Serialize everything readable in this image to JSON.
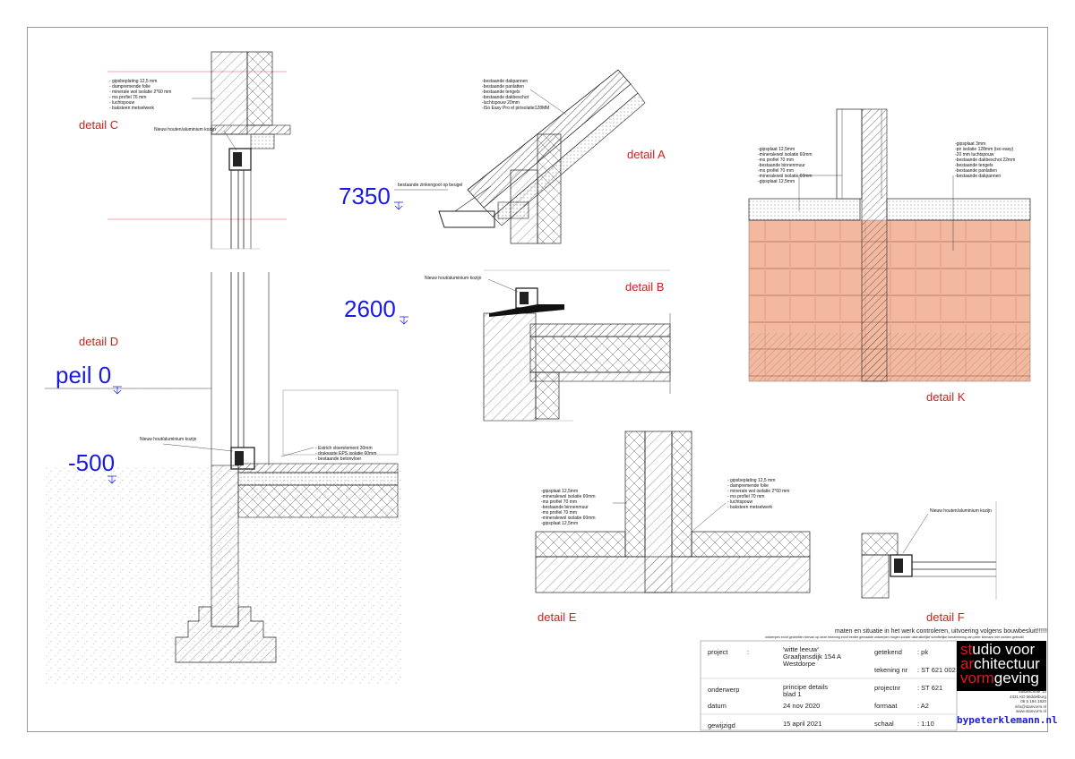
{
  "labels": {
    "detail_c": "detail C",
    "detail_a": "detail A",
    "detail_b": "detail B",
    "detail_d": "detail D",
    "detail_k": "detail K",
    "detail_e": "detail E",
    "detail_f": "detail F"
  },
  "levels": {
    "l7350": "7350",
    "l2600": "2600",
    "peil0": "peil 0",
    "m500": "-500"
  },
  "notes": {
    "c_layers": "- gipsbeplating 12,5 mm\n- dampremende folie\n- minerale wol isolatie 2*60 mm\n- ms profiel 76 mm\n- luchtspouw\n- baksteen metselwerk",
    "c_kozijn": "Nieuw houten/aluminium kozijn",
    "a_layers": "-bestaande dakpannen\n-bestaande panlatten\n-bestaande tengels\n-bestaande dakbeschot\n-luchtspouw 20mm\n-ISo Easy Pro el pirisolatie128MM",
    "a_goot": "bestaande zinkengoot op beugel",
    "b_kozijn": "Nieuw hout/aluminium kozijn",
    "d_kozijn": "Nieuw hout/aluminium kozijn",
    "d_floor": "- Estrich vloerelement 30mm\n- drukvaste EPS isolatie 60mm\n- bestaande betonvloer",
    "k_left": "-gipsplaat 12,5mm\n-mineralewol isolatie 60mm\n-ms profiel 70 mm\n-bestaande binnenmuur\n-ms profiel 70 mm\n-mineralewol isolatie 60mm\n-gipsplaat 12,5mm",
    "k_right": "-gipsplaat 3mm\n-pir isolatie 128mm (iso easy)\n-20 mm luchtspouw\n-bestaande dakbeschot 22mm\n-bestaande tengels\n-bestaande panlatten\n-bestaande dakpannen",
    "e_left": "-gipsplaat 12,5mm\n-mineralewol isolatie 60mm\n-ms profiel 70 mm\n-bestaande binnenmuur\n-ms profiel 70 mm\n-mineralewol isolatie 60mm\n-gipsplaat 12,5mm",
    "e_right": "- gipsbeplating 12,5 mm\n- dampremende folie\n- minerale wol isolatie 2*60 mm\n- ms profiel 70 mm\n- luchtspouw\n- baksteen metselwerk",
    "f_kozijn": "Nieuw houten/aluminium kozijn"
  },
  "titleblock": {
    "warning": "maten en situatie in het werk controleren, uitvoering volgens bouwbesluit!!!!!!",
    "warning_sub": "ontwerpen en/of gedeelten hiervan op deze tekening en/of eerder gemaakte ontwerpen mogen zonder uitdrukkelijke schriftelijke toestemming van peter klemann niet worden gebruikt",
    "project_label": "project",
    "colon": ":",
    "project_value": "'witte leeuw'\nGraafjansdijk 154 A\nWestdorpe",
    "getekend_label": "getekend",
    "getekend_value": ": pk",
    "tekening_label": "tekening nr",
    "tekening_value": ": ST 621 002",
    "onderwerp_label": "onderwerp",
    "onderwerp_value": "principe details\nblad 1",
    "projectnr_label": "projectnr",
    "projectnr_value": ": ST 621",
    "datum_label": "datum",
    "datum_value": "24 nov 2020",
    "formaat_label": "formaat",
    "formaat_value": ": A2",
    "gewijzigd_label": "gewijzigd",
    "gewijzigd_value": "15 april 2021",
    "schaal_label": "schaal",
    "schaal_value": ": 1:10",
    "logo_l1a": "st",
    "logo_l1b": "udio voor",
    "logo_l2a": "ar",
    "logo_l2b": "chitectuur",
    "logo_l3a": "vorm",
    "logo_l3b": "geving",
    "address": "Stadsschuur 12\n4331 KD Middelburg\n06 5 194 1820\ninfo@stanvorm.nl\nwww.stanvorm.nl",
    "by": "bypeterklemann.nl"
  },
  "colors": {
    "red": "#d0201a",
    "blue": "#1a1ae0",
    "tile": "#f2b8a0"
  }
}
